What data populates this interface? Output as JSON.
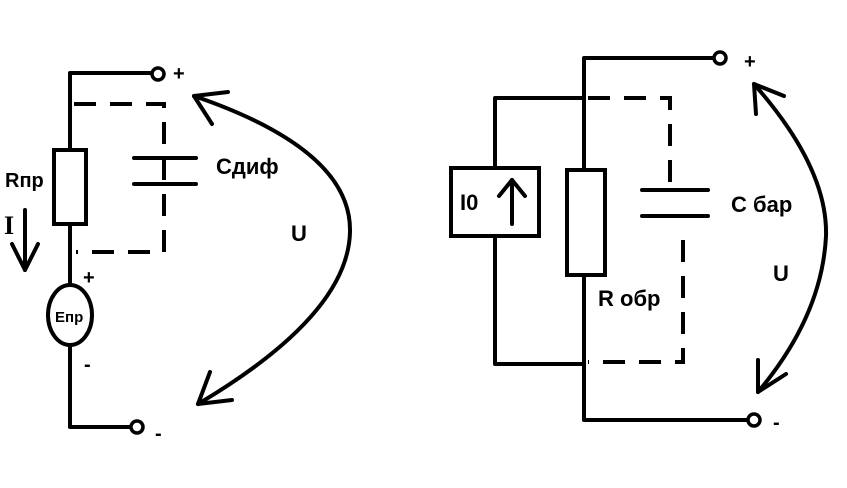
{
  "left_circuit": {
    "resistor_label": "Rпр",
    "current_label": "I",
    "capacitor_label": "Сдиф",
    "voltage_label": "U",
    "source_label": "Eпр",
    "source_plus": "+",
    "source_minus": "-",
    "terminal_plus": "+",
    "terminal_minus": "-",
    "icons": [
      "current-arrow-icon",
      "voltage-arrow-icon"
    ]
  },
  "right_circuit": {
    "current_source_label": "I0",
    "resistor_label": "R обр",
    "capacitor_label": "С бар",
    "voltage_label": "U",
    "terminal_plus": "+",
    "terminal_minus": "-",
    "icons": [
      "current-source-arrow-icon",
      "voltage-arrow-icon"
    ]
  }
}
